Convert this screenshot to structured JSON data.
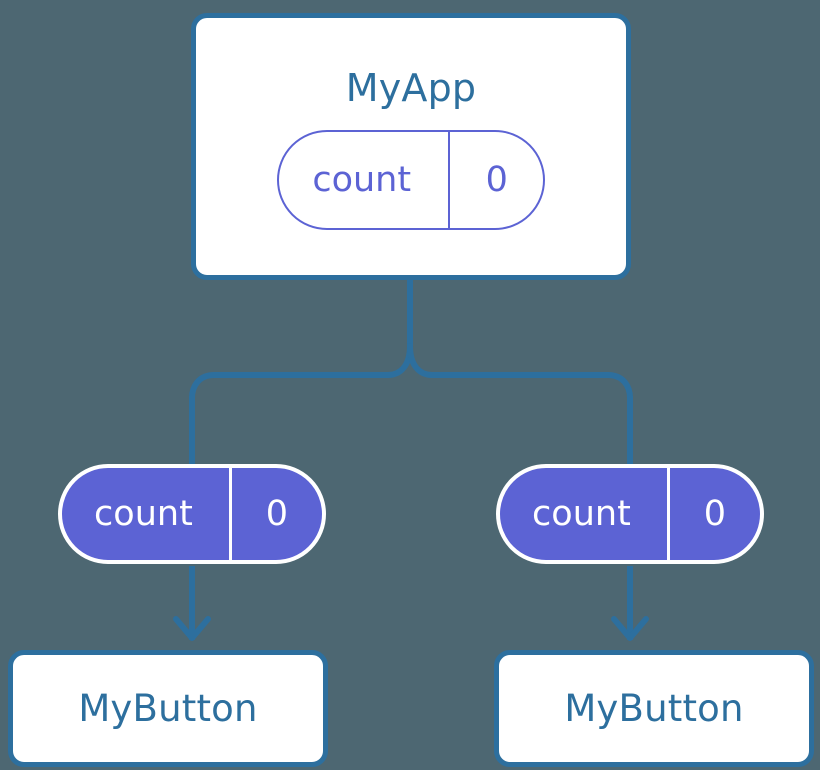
{
  "diagram": {
    "title_text": "MyApp",
    "background_color": "#4d6772",
    "line_color": "#2d6f9e",
    "accent_color": "#5c63d4",
    "card_fill": "#ffffff",
    "root": {
      "name": "MyApp",
      "state": {
        "key": "count",
        "value": "0"
      }
    },
    "consumers": [
      {
        "state": {
          "key": "count",
          "value": "0"
        },
        "component": "MyButton"
      },
      {
        "state": {
          "key": "count",
          "value": "0"
        },
        "component": "MyButton"
      }
    ]
  }
}
